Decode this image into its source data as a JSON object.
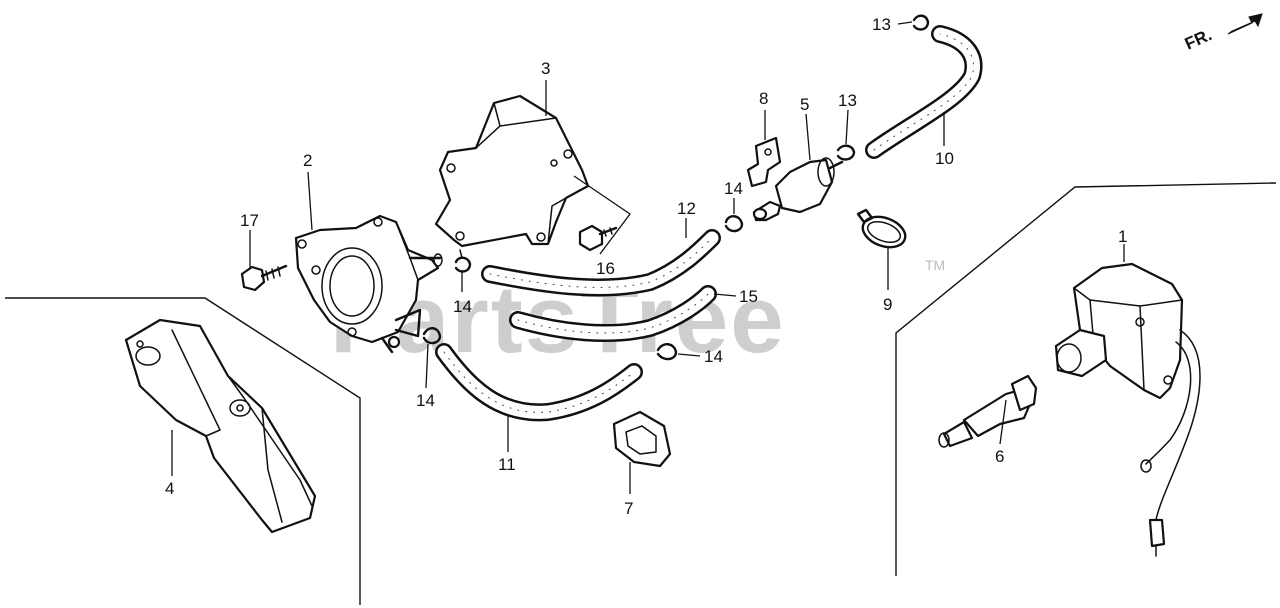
{
  "watermark": {
    "text": "PartsTree",
    "trademark": "TM"
  },
  "direction": {
    "label": "FR."
  },
  "callouts": {
    "c1": "1",
    "c2": "2",
    "c3": "3",
    "c4": "4",
    "c5": "5",
    "c6": "6",
    "c7": "7",
    "c8": "8",
    "c9": "9",
    "c10": "10",
    "c11": "11",
    "c12": "12",
    "c13a": "13",
    "c13b": "13",
    "c14a": "14",
    "c14b": "14",
    "c14c": "14",
    "c14d": "14",
    "c15": "15",
    "c16": "16",
    "c17": "17"
  }
}
